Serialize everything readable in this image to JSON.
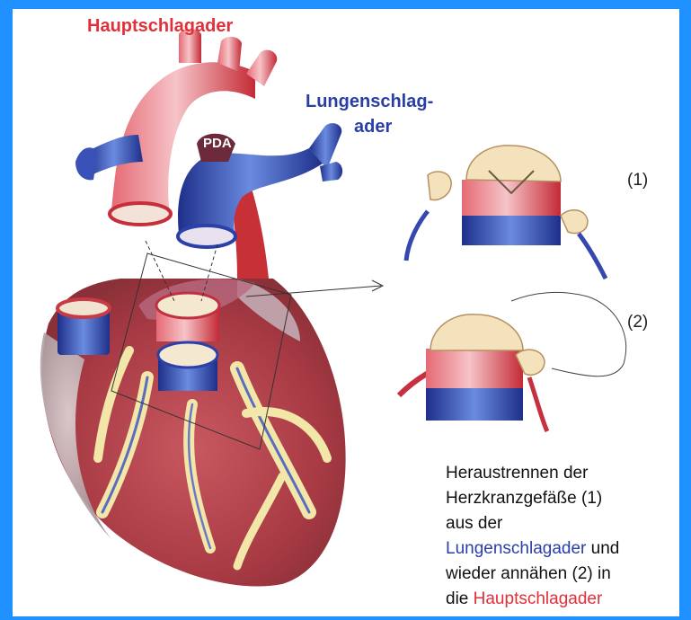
{
  "labels": {
    "aorta": "Hauptschlagader",
    "pulmonary_line1": "Lungenschlag-",
    "pulmonary_line2": "ader",
    "pda": "PDA",
    "step1": "(1)",
    "step2": "(2)"
  },
  "caption": {
    "line1": "Heraustrennen der",
    "line2": "Herzkranzgefäße (1)",
    "line3": "aus der",
    "line4_highlight": "Lungenschlagader",
    "line4_rest": " und",
    "line5": "wieder annähen (2) in",
    "line6_prefix": "die ",
    "line6_highlight": "Hauptschlagader"
  },
  "colors": {
    "frame": "#1E90FF",
    "aorta_red": "#D8303E",
    "pulmonary_blue": "#2B40A8",
    "heart_muscle": "#B8484E",
    "fat_yellow": "#F2E6A8",
    "text_red": "#E0303A",
    "text_blue": "#2A3FA6"
  }
}
